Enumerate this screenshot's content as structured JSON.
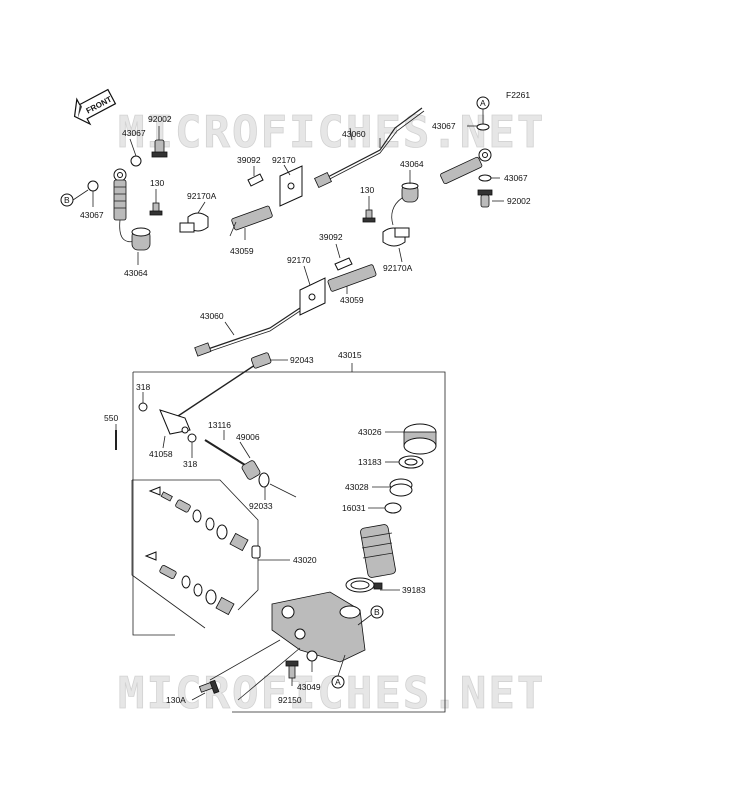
{
  "figure_code": "F2261",
  "watermark_text": "MICROFICHES.NET",
  "front_arrow_label": "FRONT",
  "callout_a": "A",
  "callout_b": "B",
  "part_labels": {
    "p92002_left": "92002",
    "p43067_left_top": "43067",
    "p130_left": "130",
    "p92170A_left": "92170A",
    "p43067_left_bottom": "43067",
    "p43064_left": "43064",
    "p39092_top": "39092",
    "p92170_top": "92170",
    "p43059_top": "43059",
    "p43060_top": "43060",
    "p43067_right_top": "43067",
    "p43064_right": "43064",
    "p43067_right_bottom": "43067",
    "p92002_right": "92002",
    "p130_mid": "130",
    "p39092_mid": "39092",
    "p92170_mid": "92170",
    "p92170A_mid": "92170A",
    "p43059_mid": "43059",
    "p43060_bottom": "43060",
    "p92043": "92043",
    "p43015": "43015",
    "p318_top": "318",
    "p550": "550",
    "p41058": "41058",
    "p318_bottom": "318",
    "p13116": "13116",
    "p49006": "49006",
    "p92033": "92033",
    "p43026": "43026",
    "p13183": "13183",
    "p43028": "43028",
    "p16031": "16031",
    "p43020": "43020",
    "p39183": "39183",
    "p43049": "43049",
    "p92150": "92150",
    "p130A": "130A"
  }
}
